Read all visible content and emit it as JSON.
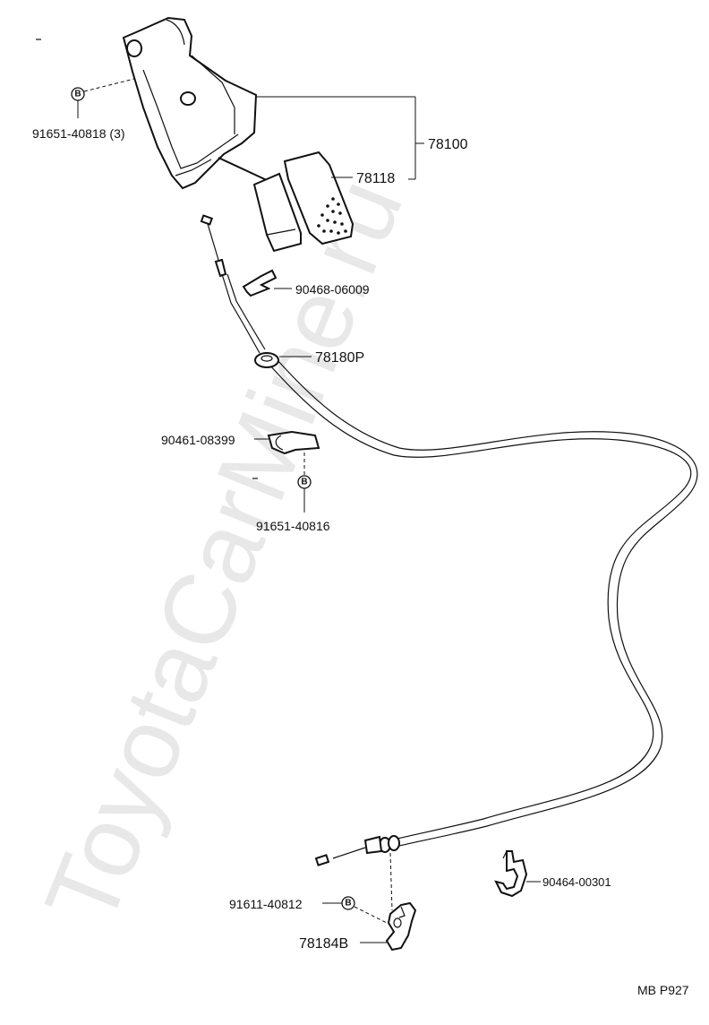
{
  "watermark": "ToyotaCarMine.ru",
  "page_code": "MB P927",
  "bolt_marker": "B",
  "callouts": {
    "bolt_pedal": "91651-40818 (3)",
    "pedal_assy": "78100",
    "pedal_pad": "78118",
    "clip_upper": "90468-06009",
    "grommet": "78180P",
    "clamp": "90461-08399",
    "bolt_clamp": "91651-40816",
    "bolt_bracket": "91611-40812",
    "bracket": "78184B",
    "clip_lower": "90464-00301"
  }
}
